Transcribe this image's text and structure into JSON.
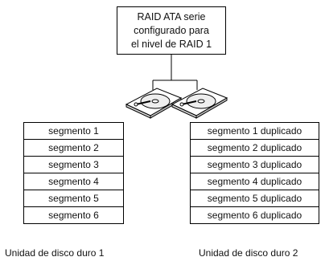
{
  "controller": {
    "lines": [
      "RAID ATA serie",
      "configurado para",
      "el nivel de RAID 1"
    ]
  },
  "drive1": {
    "segments": [
      "segmento 1",
      "segmento 2",
      "segmento 3",
      "segmento 4",
      "segmento 5",
      "segmento 6"
    ],
    "caption": "Unidad de disco duro 1"
  },
  "drive2": {
    "segments": [
      "segmento 1 duplicado",
      "segmento 2 duplicado",
      "segmento 3 duplicado",
      "segmento 4 duplicado",
      "segmento 5 duplicado",
      "segmento 6 duplicado"
    ],
    "caption": "Unidad de disco duro 2"
  }
}
